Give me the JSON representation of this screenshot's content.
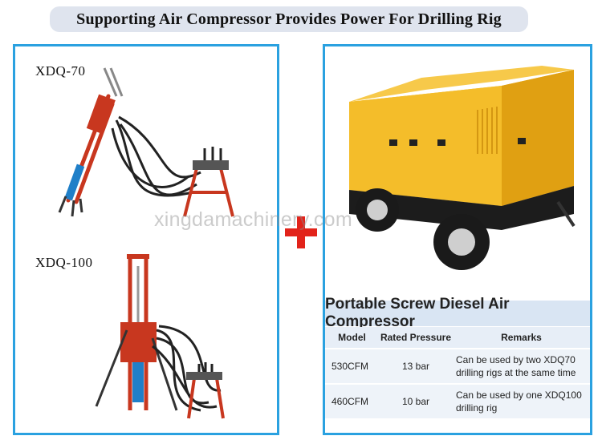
{
  "banner": {
    "title": "Supporting Air Compressor Provides Power For Drilling Rig"
  },
  "left_panel": {
    "rig1_label": "XDQ-70",
    "rig2_label": "XDQ-100"
  },
  "watermark": "xingdamachinery.com",
  "right_panel": {
    "table_title": "Portable Screw Diesel Air Compressor",
    "headers": {
      "model": "Model",
      "pressure": "Rated Pressure",
      "remarks": "Remarks"
    },
    "rows": [
      {
        "model": "530CFM",
        "pressure": "13 bar",
        "remarks": "Can be used by two XDQ70 drilling rigs at the same time"
      },
      {
        "model": "460CFM",
        "pressure": "10 bar",
        "remarks": "Can be used by one XDQ100 drilling rig"
      }
    ]
  },
  "colors": {
    "panel_border": "#2aa1e0",
    "plus": "#e2231a",
    "rig_red": "#c8371f",
    "compressor_yellow": "#f0b21b"
  }
}
